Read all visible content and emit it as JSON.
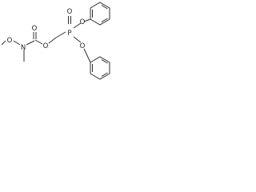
{
  "atoms": {
    "p": "P",
    "o_phosphoryl": "O",
    "o_phenoxy_top": "O",
    "o_phenoxy_bottom": "O",
    "o_ester": "O",
    "o_carbonyl": "O",
    "n_amide": "N",
    "o_methoxy": "O"
  }
}
